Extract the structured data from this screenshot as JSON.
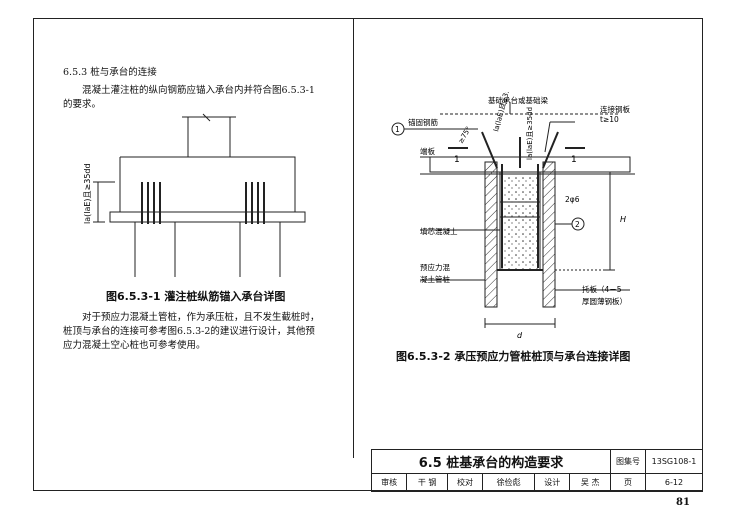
{
  "section_heading": "6.5.3 桩与承台的连接",
  "para1": [
    "混凝土灌注桩的纵向钢筋应锚入承台内并符合图6.5.3-1",
    "的要求。"
  ],
  "fig1": {
    "anchor_label": "la(laE)且≥35dd",
    "caption": "图6.5.3-1 灌注桩纵筋锚入承台详图"
  },
  "para2": [
    "对于预应力混凝土管桩，作为承压桩，且不发生截桩时，",
    "桩顶与承台的连接可参考图6.5.3-2的建议进行设计，其他预",
    "应力混凝土空心桩也可参考使用。"
  ],
  "fig2": {
    "top_label": "基础承台或基础梁",
    "marker1": "1",
    "marker2": "2",
    "anchor_rebar": "锚固钢筋",
    "connecting_plate": "连接钢板",
    "plate_thickness": "t≥10",
    "end_plate": "端板",
    "section_mark": "1",
    "angle_label": "≥75°",
    "anchor_len_top": "la(laE)且≥35dd",
    "anchor_len_side": "la(laE)且≥35dd",
    "stirrup_label": "2φ6",
    "height_label": "H",
    "fill_concrete": "填芯混凝土",
    "pipe_pile_label": [
      "预应力混",
      "凝土管桩"
    ],
    "bottom_plate": [
      "托板（4－5",
      "厚圆薄钢板）"
    ],
    "diameter_label": "d",
    "caption": "图6.5.3-2 承压预应力管桩桩顶与承台连接详图"
  },
  "title_block": {
    "title": "6.5 桩基承台的构造要求",
    "atlas_label": "图集号",
    "atlas_no": "13SG108-1",
    "review_label": "审核",
    "reviewer": "干 钢",
    "check_label": "校对",
    "checker": "徐俭彪",
    "design_label": "设计",
    "designer": "吴 杰",
    "page_label": "页",
    "page_ref": "6-12"
  },
  "page_number": "81"
}
